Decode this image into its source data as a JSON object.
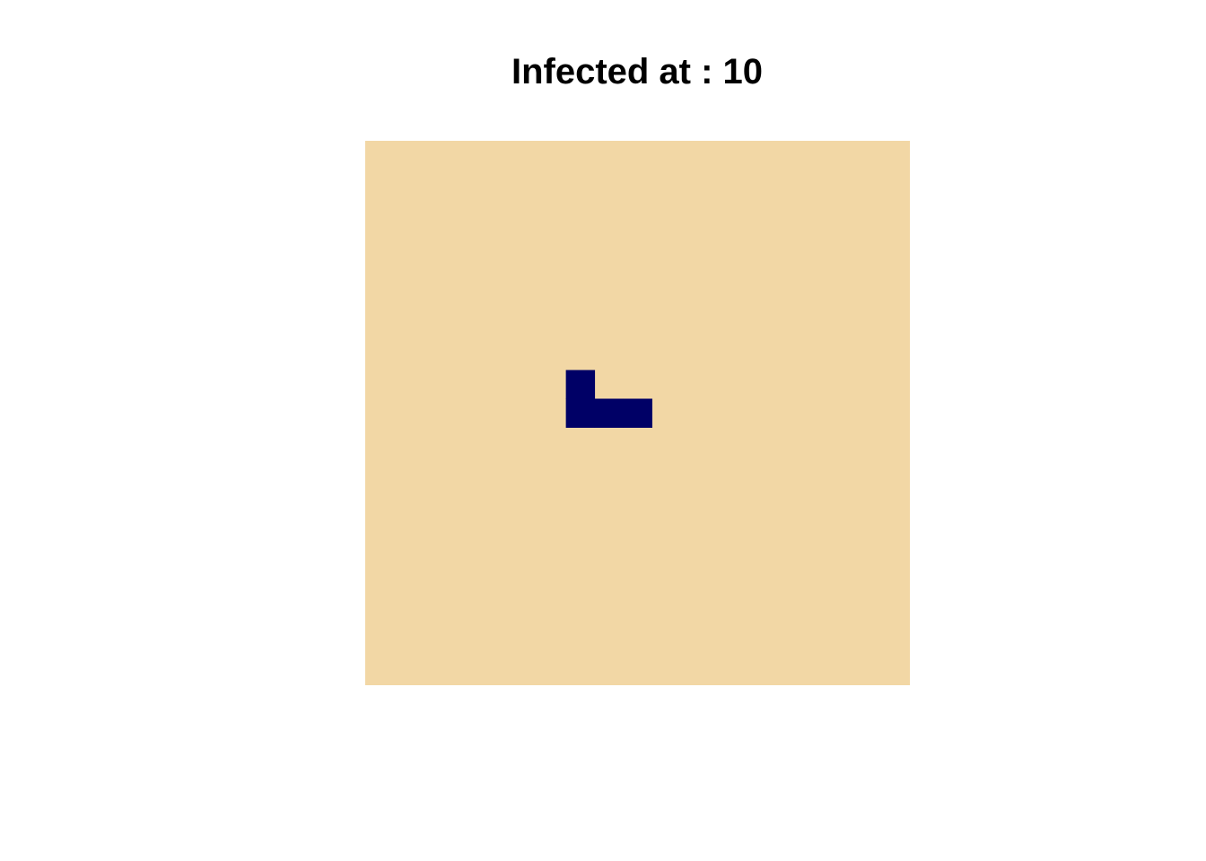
{
  "chart_data": {
    "type": "heatmap",
    "title": "Infected at : 10",
    "grid_size": [
      19,
      19
    ],
    "colors": {
      "susceptible": "#f2d7a5",
      "infected": "#000066"
    },
    "infected_cells": [
      {
        "col": 7,
        "row": 8
      },
      {
        "col": 7,
        "row": 9
      },
      {
        "col": 8,
        "row": 9
      },
      {
        "col": 9,
        "row": 9
      }
    ]
  }
}
